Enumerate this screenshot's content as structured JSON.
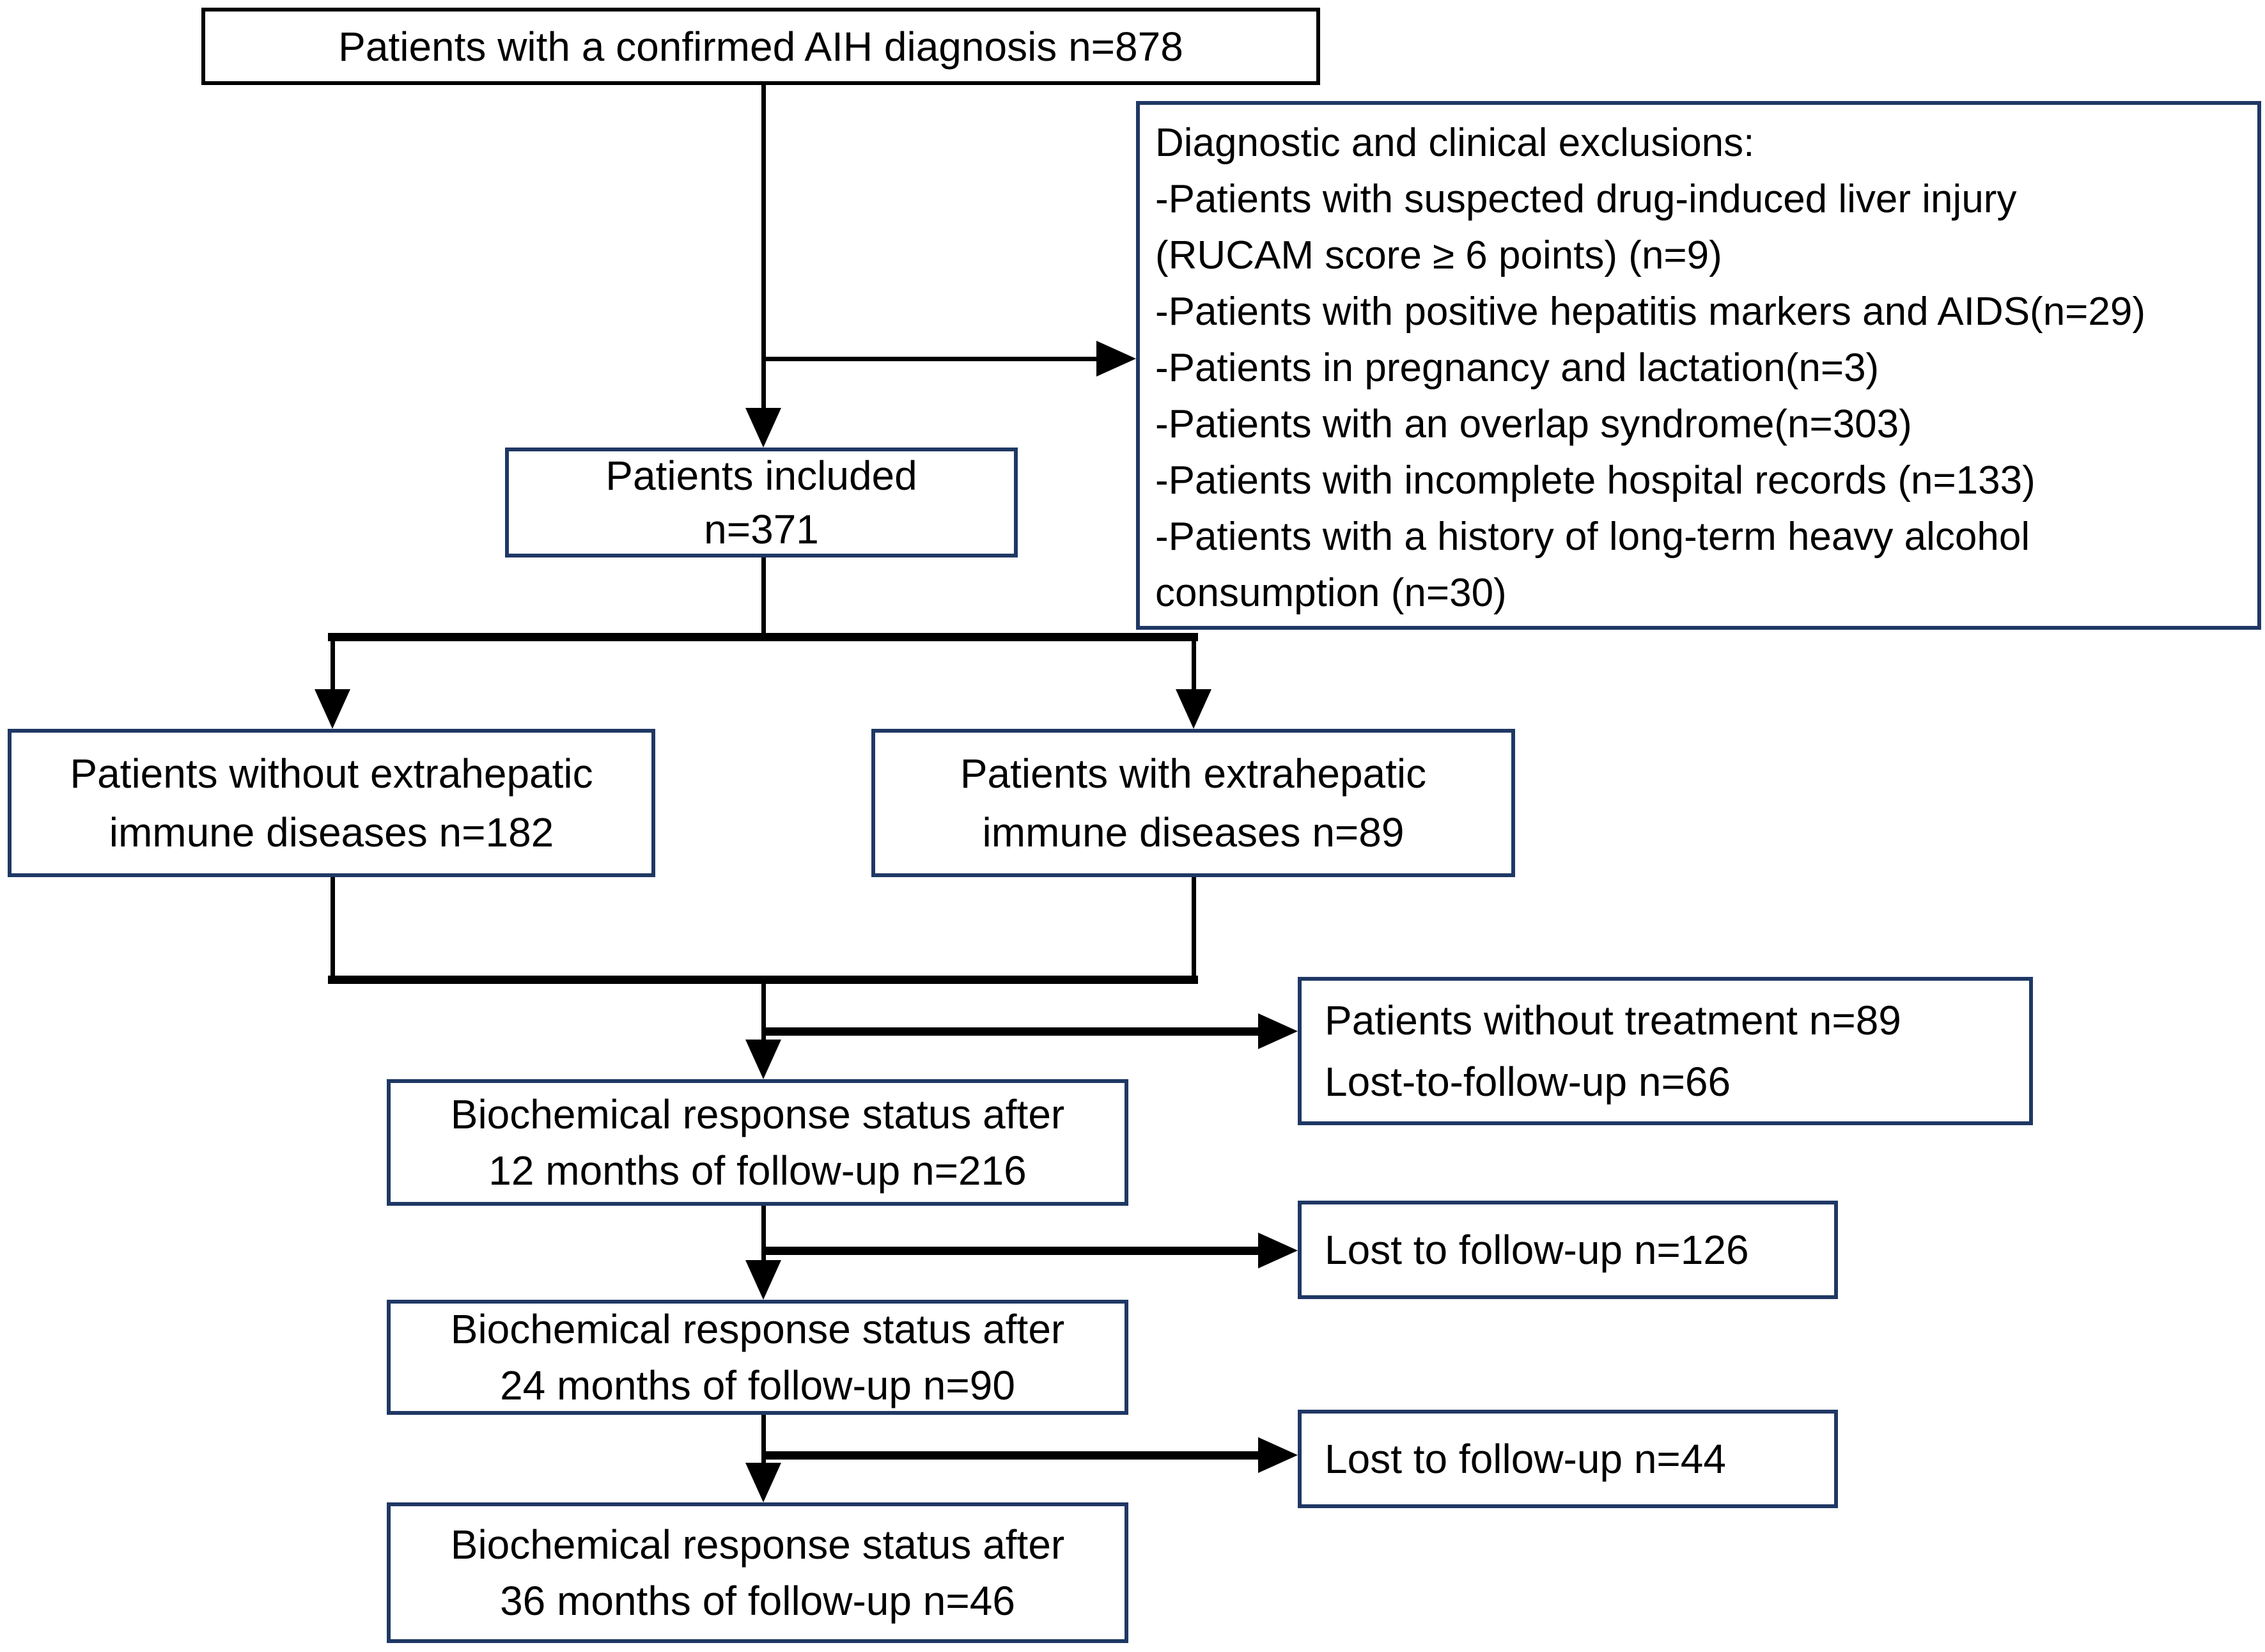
{
  "figure": {
    "type": "patient-flow-diagram",
    "colors": {
      "background": "#ffffff",
      "box_fill": "#ffffff",
      "box_border": "#1f3864",
      "top_box_border": "#000000",
      "connector": "#000000",
      "text": "#000000"
    }
  },
  "nodes": {
    "confirmed": {
      "lines": [
        "Patients with a confirmed AIH diagnosis n=878"
      ]
    },
    "exclusions": {
      "lines": [
        "Diagnostic and clinical exclusions:",
        "-Patients with suspected drug-induced liver injury",
        "(RUCAM score ≥ 6 points) (n=9)",
        "-Patients with positive hepatitis markers and AIDS(n=29)",
        "-Patients in pregnancy and lactation(n=3)",
        "-Patients with an overlap syndrome(n=303)",
        "-Patients with incomplete hospital records (n=133)",
        "-Patients with a history of long-term heavy alcohol",
        "consumption (n=30)"
      ]
    },
    "included": {
      "lines": [
        "Patients included",
        "n=371"
      ]
    },
    "without_extrahepatic": {
      "lines": [
        "Patients without extrahepatic",
        "immune diseases n=182"
      ]
    },
    "with_extrahepatic": {
      "lines": [
        "Patients with extrahepatic",
        "immune diseases n=89"
      ]
    },
    "no_treatment": {
      "lines": [
        "Patients without treatment n=89",
        "Lost-to-follow-up n=66"
      ]
    },
    "bio12": {
      "lines": [
        "Biochemical response status after",
        "12 months of follow-up n=216"
      ]
    },
    "lost126": {
      "lines": [
        "Lost to follow-up n=126"
      ]
    },
    "bio24": {
      "lines": [
        "Biochemical response status after",
        "24 months of follow-up n=90"
      ]
    },
    "lost44": {
      "lines": [
        "Lost to follow-up n=44"
      ]
    },
    "bio36": {
      "lines": [
        "Biochemical response status after",
        "36 months of follow-up n=46"
      ]
    }
  }
}
